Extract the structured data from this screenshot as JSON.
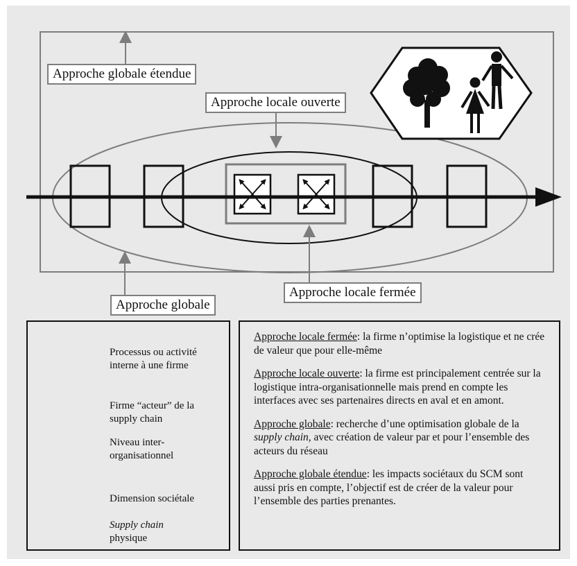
{
  "labels": {
    "approche_globale_etendue": "Approche globale étendue",
    "approche_locale_ouverte": "Approche locale ouverte",
    "approche_globale": "Approche globale",
    "approche_locale_fermee": "Approche locale fermée"
  },
  "legend": {
    "process": "Processus ou activité interne à une firme",
    "firm": "Firme “acteur” de la supply chain",
    "inter_org": "Niveau inter-organisationnel",
    "societal": "Dimension sociétale",
    "supply_chain_italic": "Supply chain",
    "supply_chain_rest": "physique"
  },
  "descriptions": {
    "locale_fermee": {
      "term": "Approche locale fermée",
      "text": ": la firme n’optimise la logistique et ne crée de valeur que pour elle-même"
    },
    "locale_ouverte": {
      "term": "Approche locale ouverte",
      "text": ": la firme est principalement centrée sur la logistique intra-organisationnelle mais prend en compte les interfaces avec ses partenaires directs en aval et en amont."
    },
    "globale": {
      "term": "Approche globale",
      "text_before": ": recherche d’une optimisation globale de la ",
      "em": "supply chain",
      "text_after": ", avec création de valeur par et pour l’ensemble des acteurs du réseau"
    },
    "globale_etendue": {
      "term": "Approche globale étendue",
      "text": ": les impacts sociétaux du SCM sont aussi pris en compte, l’objectif est de créer de la valeur pour l’ensemble des parties prenantes."
    }
  },
  "colors": {
    "background": "#e9e9e9",
    "frame_gray": "#7d7d7d",
    "ink": "#111111"
  }
}
